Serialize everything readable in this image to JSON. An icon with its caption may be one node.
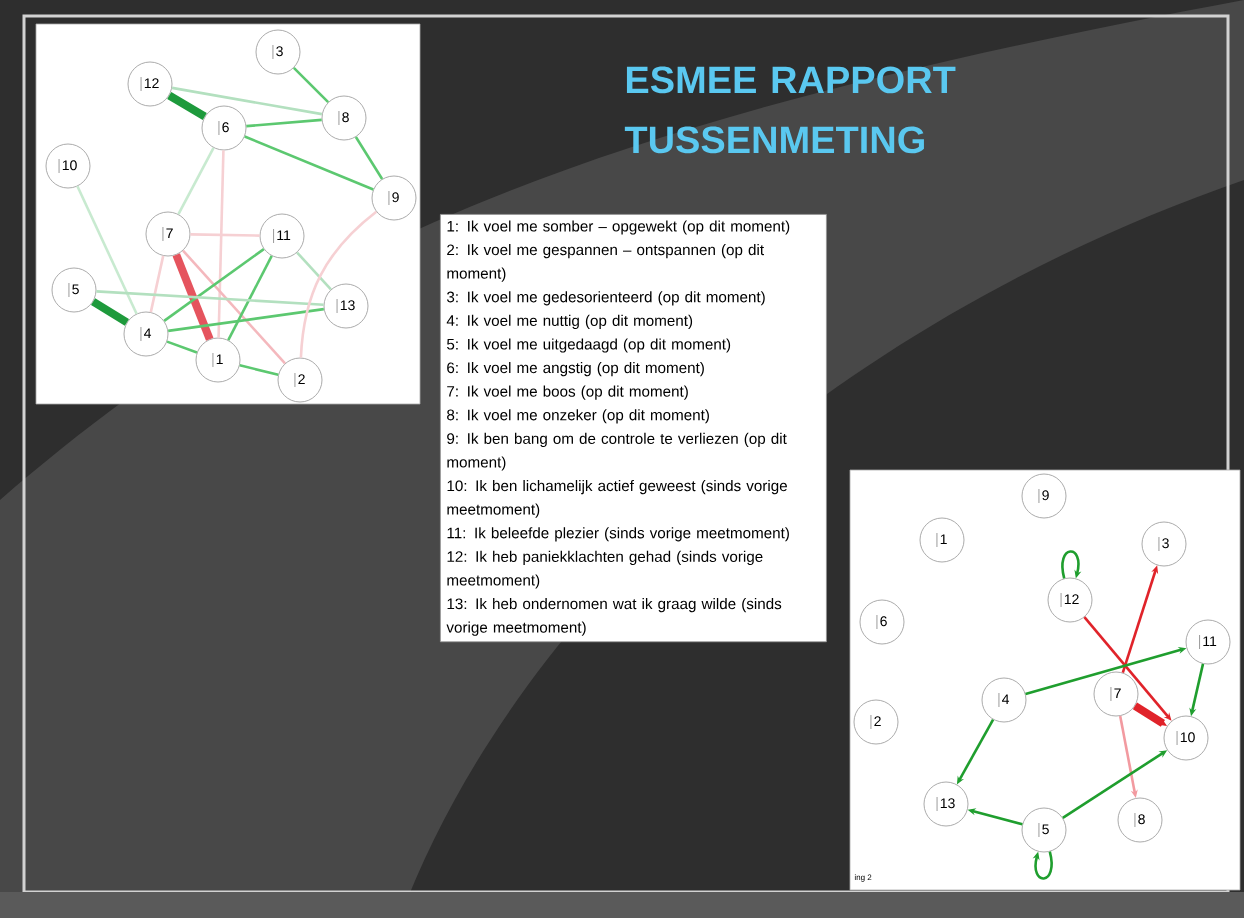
{
  "diagram": {
    "title": "ESMEE RAPPORT TUSSENMETING",
    "nodes": [
      {
        "text": [
          "3"
        ]
      },
      {
        "text": [
          "12"
        ]
      },
      {
        "text": [
          "6"
        ]
      },
      {
        "text": [
          "8"
        ]
      },
      {
        "text": [
          "10"
        ]
      },
      {
        "text": [
          "9"
        ]
      },
      {
        "text": [
          "7"
        ]
      },
      {
        "text": [
          "11"
        ]
      },
      {
        "text": [
          "5"
        ]
      },
      {
        "text": [
          "13"
        ]
      },
      {
        "text": [
          "4"
        ]
      },
      {
        "text": [
          "1"
        ]
      },
      {
        "text": [
          "2"
        ]
      },
      {
        "text": [
          "1: Ik voel me somber – opgewekt (op dit moment)",
          "2: Ik voel me gespannen – ontspannen (op dit moment)",
          "3: Ik voel me gedesorienteerd (op dit moment)",
          "4: Ik voel me nuttig (op dit moment)",
          "5: Ik voel me uitgedaagd (op dit moment)",
          "6: Ik voel me angstig (op dit moment)",
          "7: Ik voel me boos (op dit moment)",
          "8: Ik voel me onzeker (op dit moment)",
          "9: Ik ben bang om de controle te verliezen (op dit moment)",
          "10: Ik ben lichamelijk actief geweest (sinds vorige meetmoment)",
          "11: Ik beleefde plezier (sinds vorige meetmoment)",
          "12: Ik heb paniekklachten gehad (sinds vorige meetmoment)",
          "13: Ik heb ondernomen wat ik graag wilde (sinds vorige meetmoment)"
        ]
      },
      {
        "text": [
          "9"
        ]
      },
      {
        "text": [
          "1"
        ]
      },
      {
        "text": [
          "3"
        ]
      },
      {
        "text": [
          "12"
        ]
      },
      {
        "text": [
          "6"
        ]
      },
      {
        "text": [
          "11"
        ]
      },
      {
        "text": [
          "7"
        ]
      },
      {
        "text": [
          "4"
        ]
      },
      {
        "text": [
          "2"
        ]
      },
      {
        "text": [
          "10"
        ]
      },
      {
        "text": [
          "13"
        ]
      },
      {
        "text": [
          "5"
        ]
      },
      {
        "text": [
          "8"
        ]
      }
    ],
    "edges": [
      {
        "from": 1,
        "to": 2,
        "arrow": "none",
        "style": "thick",
        "color": "#1e9a3c"
      },
      {
        "from": 1,
        "to": 3,
        "arrow": "none",
        "color": "#b3e0bf"
      },
      {
        "from": 2,
        "to": 3,
        "arrow": "none"
      },
      {
        "from": 0,
        "to": 3,
        "arrow": "none"
      },
      {
        "from": 2,
        "to": 5,
        "arrow": "none"
      },
      {
        "from": 3,
        "to": 5,
        "arrow": "none"
      },
      {
        "from": 2,
        "to": 6,
        "arrow": "none",
        "color": "#c8ead0"
      },
      {
        "from": 2,
        "to": 11,
        "arrow": "none",
        "color": "#f6d0d3"
      },
      {
        "from": 4,
        "to": 10,
        "arrow": "none",
        "color": "#c8ead0"
      },
      {
        "from": 6,
        "to": 7,
        "arrow": "none",
        "color": "#f6d0d3"
      },
      {
        "from": 6,
        "to": 11,
        "arrow": "none",
        "style": "thick",
        "color": "#e5545e"
      },
      {
        "from": 6,
        "to": 12,
        "arrow": "none",
        "color": "#f4b8bd"
      },
      {
        "from": 6,
        "to": 10,
        "arrow": "none",
        "color": "#f6d0d3"
      },
      {
        "from": 7,
        "to": 10,
        "arrow": "none"
      },
      {
        "from": 7,
        "to": 11,
        "arrow": "none"
      },
      {
        "from": 7,
        "to": 9,
        "arrow": "none",
        "color": "#b3e0bf"
      },
      {
        "from": 8,
        "to": 10,
        "arrow": "none",
        "style": "thick",
        "color": "#1e9a3c"
      },
      {
        "from": 8,
        "to": 9,
        "arrow": "none",
        "color": "#b3e0bf"
      },
      {
        "from": 10,
        "to": 9,
        "arrow": "none"
      },
      {
        "from": 10,
        "to": 11,
        "arrow": "none"
      },
      {
        "from": 11,
        "to": 12,
        "arrow": "none"
      },
      {
        "from": 5,
        "to": 12,
        "arrow": "none",
        "color": "#f6d0d3"
      },
      {
        "from": 17,
        "to": 17,
        "arrow": "to",
        "color": "#1f9e2e"
      },
      {
        "from": 25,
        "to": 25,
        "arrow": "to",
        "color": "#1f9e2e"
      },
      {
        "from": 20,
        "to": 16,
        "arrow": "to",
        "color": "#e0232a"
      },
      {
        "from": 17,
        "to": 23,
        "arrow": "to",
        "color": "#e0232a"
      },
      {
        "from": 20,
        "to": 23,
        "arrow": "to",
        "style": "thick",
        "color": "#e0232a"
      },
      {
        "from": 20,
        "to": 26,
        "arrow": "to",
        "color": "#f29aa0"
      },
      {
        "from": 21,
        "to": 19,
        "arrow": "to",
        "color": "#1f9e2e"
      },
      {
        "from": 19,
        "to": 23,
        "arrow": "to",
        "color": "#1f9e2e"
      },
      {
        "from": 21,
        "to": 24,
        "arrow": "to",
        "color": "#1f9e2e"
      },
      {
        "from": 25,
        "to": 24,
        "arrow": "to",
        "color": "#1f9e2e"
      },
      {
        "from": 25,
        "to": 23,
        "arrow": "to",
        "color": "#1f9e2e"
      }
    ],
    "labels": [
      "ing 2"
    ]
  }
}
